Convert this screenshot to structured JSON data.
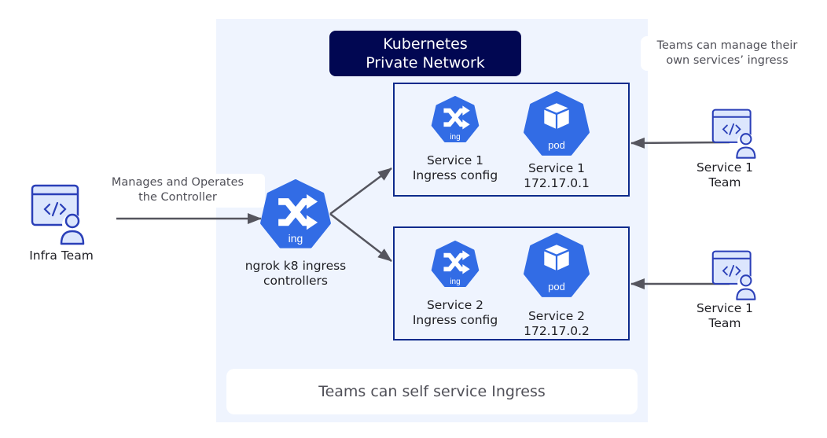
{
  "cluster": {
    "title_line1": "Kubernetes",
    "title_line2": "Private Network"
  },
  "notes": {
    "top_right_line1": "Teams can manage their",
    "top_right_line2": "own services’ ingress",
    "bottom": "Teams can self service Ingress",
    "manages_line1": "Manages and Operates",
    "manages_line2": "the Controller"
  },
  "infra_team": {
    "label": "Infra Team",
    "icon": "developer-code-icon"
  },
  "controller": {
    "icon_text": "ing",
    "label_line1": "ngrok k8 ingress",
    "label_line2": "controllers"
  },
  "services": [
    {
      "ingress_icon_text": "ing",
      "ingress_label_line1": "Service 1",
      "ingress_label_line2": "Ingress config",
      "pod_icon_text": "pod",
      "pod_label_line1": "Service 1",
      "pod_label_line2": "172.17.0.1",
      "team_label_line1": "Service 1",
      "team_label_line2": "Team"
    },
    {
      "ingress_icon_text": "ing",
      "ingress_label_line1": "Service 2",
      "ingress_label_line2": "Ingress config",
      "pod_icon_text": "pod",
      "pod_label_line1": "Service 2",
      "pod_label_line2": "172.17.0.2",
      "team_label_line1": "Service 1",
      "team_label_line2": "Team"
    }
  ],
  "colors": {
    "k8s_blue": "#326ce5",
    "navy": "#010752",
    "panel_bg": "#eff4fe",
    "box_border": "#0d2a8c",
    "arrow": "#55555e",
    "team_icon_stroke": "#2a3fb8",
    "team_icon_fill": "#dce6fd"
  }
}
